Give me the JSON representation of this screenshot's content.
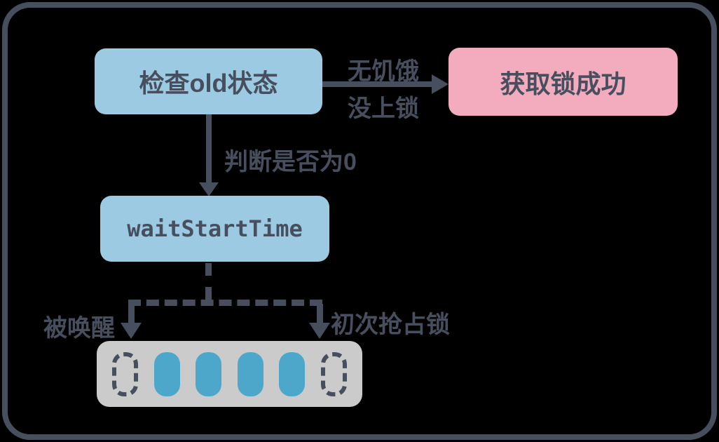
{
  "canvas": {
    "background_color": "#000000",
    "frame_border_color": "#474f5e"
  },
  "colors": {
    "slate_ink": "#474f5e",
    "node_light_blue": "#9dcae3",
    "node_pink": "#f3abbe",
    "queue_gray": "#cbcbcb",
    "queue_pill_blue": "#4da7ca"
  },
  "nodes": {
    "check_old": {
      "label": "检查old状态",
      "fill": "#9dcae3"
    },
    "acquire_success": {
      "label": "获取锁成功",
      "fill": "#f3abbe"
    },
    "wait_start_time": {
      "label": "waitStartTime",
      "fill": "#9dcae3"
    }
  },
  "edges": {
    "to_success": {
      "style": "solid-arrow",
      "label_top": "无饥饿",
      "label_bottom": "没上锁"
    },
    "to_wait": {
      "style": "solid-arrow",
      "label": "判断是否为0"
    },
    "branch_left": {
      "style": "dashed-arrow",
      "label": "被唤醒"
    },
    "branch_right": {
      "style": "dashed-arrow",
      "label": "初次抢占锁"
    }
  },
  "queue": {
    "slots": [
      "dashed",
      "solid",
      "solid",
      "solid",
      "solid",
      "dashed"
    ]
  }
}
